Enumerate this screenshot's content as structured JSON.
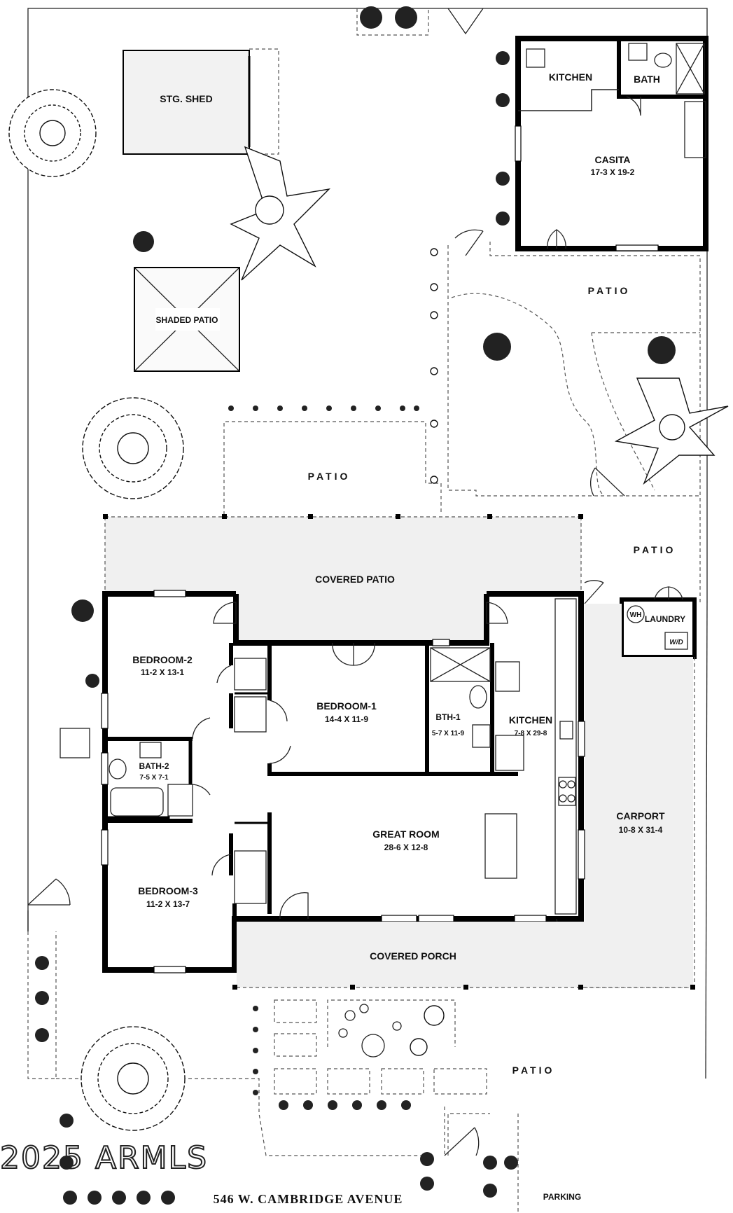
{
  "address": "546 W. CAMBRIDGE AVENUE",
  "watermark": "2025 ARMLS",
  "rooms": {
    "stg_shed": {
      "name": "STG. SHED"
    },
    "shaded_patio": {
      "name": "SHADED PATIO"
    },
    "casita_kitchen": {
      "name": "KITCHEN"
    },
    "casita_bath": {
      "name": "BATH"
    },
    "casita": {
      "name": "CASITA",
      "dims": "17-3 X 19-2"
    },
    "patio_casita": {
      "name": "PATIO"
    },
    "patio_north": {
      "name": "PATIO"
    },
    "patio_east": {
      "name": "PATIO"
    },
    "covered_patio": {
      "name": "COVERED PATIO"
    },
    "laundry": {
      "name": "LAUNDRY",
      "wh": "WH",
      "wd": "W/D"
    },
    "bedroom2": {
      "name": "BEDROOM-2",
      "dims": "11-2 X 13-1"
    },
    "bedroom1": {
      "name": "BEDROOM-1",
      "dims": "14-4 X 11-9"
    },
    "bth1": {
      "name": "BTH-1",
      "dims": "5-7 X 11-9"
    },
    "kitchen": {
      "name": "KITCHEN",
      "dims": "7-8 X 29-8"
    },
    "bath2": {
      "name": "BATH-2",
      "dims": "7-5 X 7-1"
    },
    "carport": {
      "name": "CARPORT",
      "dims": "10-8 X 31-4"
    },
    "great_room": {
      "name": "GREAT ROOM",
      "dims": "28-6 X 12-8"
    },
    "bedroom3": {
      "name": "BEDROOM-3",
      "dims": "11-2 X 13-7"
    },
    "covered_porch": {
      "name": "COVERED PORCH"
    },
    "patio_front": {
      "name": "PATIO"
    },
    "parking": {
      "name": "PARKING"
    }
  }
}
